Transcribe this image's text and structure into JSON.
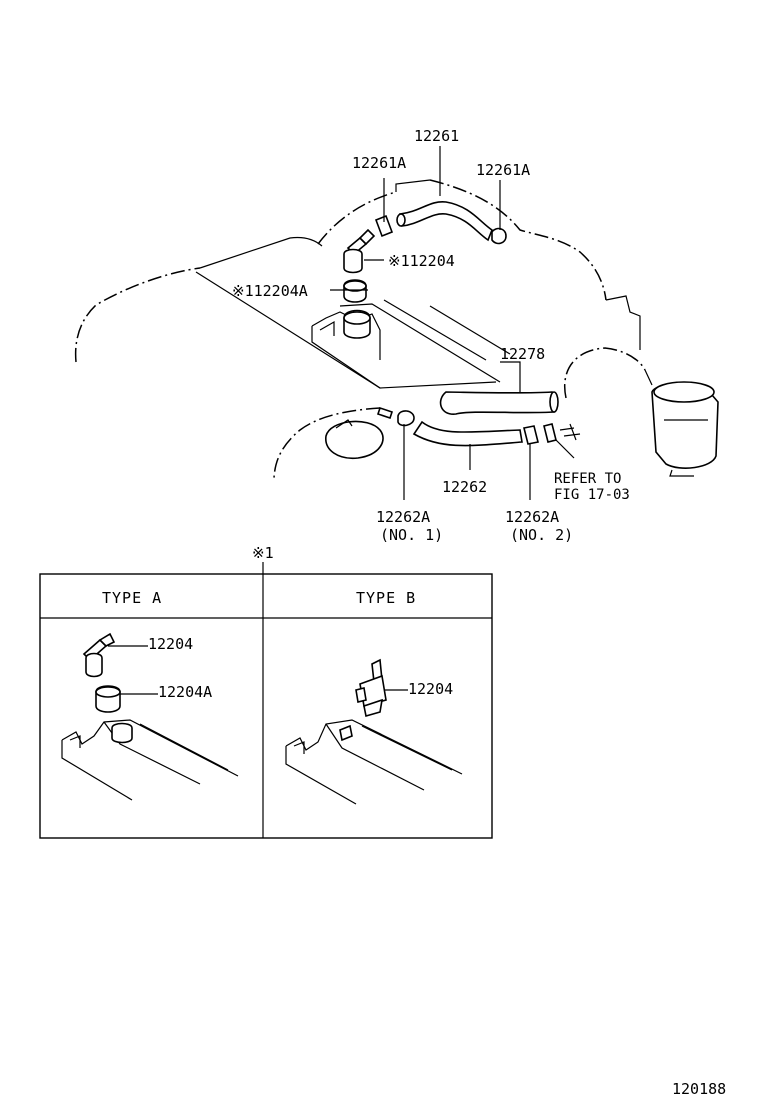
{
  "diagram": {
    "labels": {
      "p12261": "12261",
      "p12261a_left": "12261A",
      "p12261a_right": "12261A",
      "p112204": "※112204",
      "p112204a": "※112204A",
      "p12278": "12278",
      "p12262": "12262",
      "p12262a_no1": "12262A",
      "p12262a_no1_sub": "(NO. 1)",
      "p12262a_no2": "12262A",
      "p12262a_no2_sub": "(NO. 2)",
      "refer_line1": "REFER TO",
      "refer_line2": "FIG 17-03"
    },
    "detail": {
      "marker": "※1",
      "type_a": {
        "header": "TYPE  A",
        "label_12204": "12204",
        "label_12204a": "12204A"
      },
      "type_b": {
        "header": "TYPE  B",
        "label_12204": "12204"
      }
    },
    "figure_number": "120188"
  }
}
